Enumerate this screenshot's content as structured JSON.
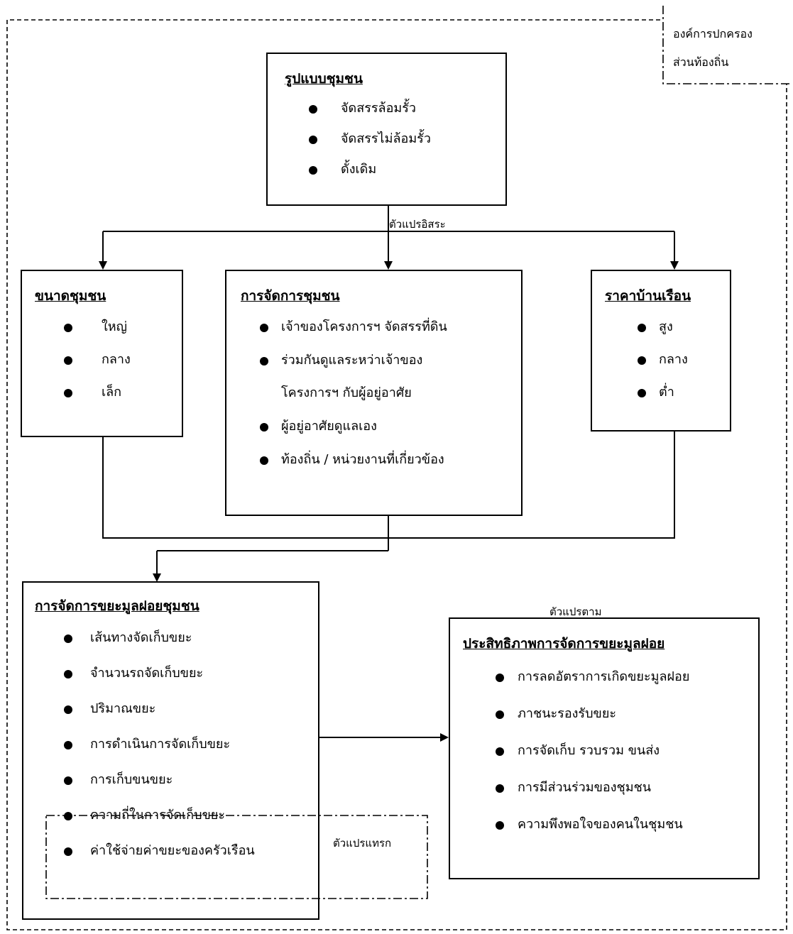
{
  "local_gov": {
    "line1": "องค์การปกครอง",
    "line2": "ส่วนท้องถิ่น"
  },
  "community_type": {
    "title": "รูปแบบชุมชน",
    "items": [
      "จัดสรรล้อมรั้ว",
      "จัดสรรไม่ล้อมรั้ว",
      "ดั้งเดิม"
    ]
  },
  "independent_variable_label": "ตัวแปรอิสระ",
  "community_size": {
    "title": "ขนาดชุมชน",
    "items": [
      "ใหญ่",
      "กลาง",
      "เล็ก"
    ]
  },
  "community_management": {
    "title": "การจัดการชุมชน",
    "items": [
      "เจ้าของโครงการฯ จัดสรรที่ดิน",
      "ร่วมกันดูแลระหว่าเจ้าของ",
      "ผู้อยู่อาศัยดูแลเอง",
      "ท้องถิ่น / หน่วยงานที่เกี่ยวข้อง"
    ],
    "item2_continuation": "โครงการฯ กับผู้อยู่อาศัย"
  },
  "house_price": {
    "title": "ราคาบ้านเรือน",
    "items": [
      "สูง",
      "กลาง",
      "ต่ำ"
    ]
  },
  "waste_management": {
    "title": "การจัดการขยะมูลฝอยชุมชน",
    "items": [
      "เส้นทางจัดเก็บขยะ",
      "จำนวนรถจัดเก็บขยะ",
      "ปริมาณขยะ",
      "การดำเนินการจัดเก็บขยะ",
      "การเก็บขนขยะ",
      "ความถี่ในการจัดเก็บขยะ",
      "ค่าใช้จ่ายค่าขยะของครัวเรือน"
    ]
  },
  "intervening_variable_label": "ตัวแปรแทรก",
  "dependent_variable_label": "ตัวแปรตาม",
  "efficiency": {
    "title": "ประสิทธิภาพการจัดการขยะมูลฝอย",
    "items": [
      "การลดอัตราการเกิดขยะมูลฝอย",
      "ภาชนะรองรับขยะ",
      "การจัดเก็บ รวบรวม ขนส่ง",
      "การมีส่วนร่วมของชุมชน",
      "ความพึงพอใจของคนในชุมชน"
    ]
  }
}
